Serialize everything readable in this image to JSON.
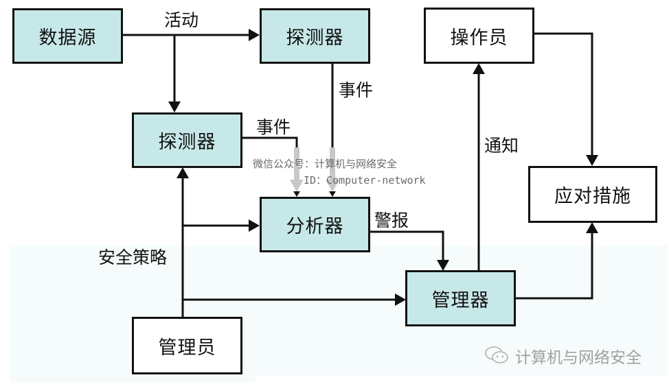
{
  "diagram": {
    "nodes": {
      "data_source": "数据源",
      "detector_top": "探测器",
      "operator": "操作员",
      "detector_mid": "探测器",
      "response": "应对措施",
      "analyzer": "分析器",
      "manager_device": "管理器",
      "administrator": "管理员"
    },
    "edge_labels": {
      "activity": "活动",
      "event_top": "事件",
      "event_mid": "事件",
      "alert": "警报",
      "notify": "通知",
      "security_policy": "安全策略"
    },
    "edges": [
      {
        "from": "data_source",
        "to": "detector_top",
        "label": "活动"
      },
      {
        "from": "data_source",
        "to": "detector_mid",
        "label": "活动"
      },
      {
        "from": "detector_top",
        "to": "analyzer",
        "label": "事件"
      },
      {
        "from": "detector_mid",
        "to": "analyzer",
        "label": "事件"
      },
      {
        "from": "analyzer",
        "to": "manager_device",
        "label": "警报"
      },
      {
        "from": "manager_device",
        "to": "operator",
        "label": "通知"
      },
      {
        "from": "operator",
        "to": "response",
        "label": ""
      },
      {
        "from": "manager_device",
        "to": "response",
        "label": ""
      },
      {
        "from": "administrator",
        "to": "detector_mid",
        "label": "安全策略"
      },
      {
        "from": "administrator",
        "to": "analyzer",
        "label": "安全策略"
      },
      {
        "from": "administrator",
        "to": "manager_device",
        "label": "安全策略"
      }
    ],
    "colors": {
      "teal_fill": "#c7e8e8",
      "white_fill": "#ffffff",
      "line": "#111111"
    }
  },
  "watermark": {
    "line1": "微信公众号：计算机与网络安全",
    "line2": "ID：Computer-network",
    "brand": "计算机与网络安全",
    "brand_icon": "wechat-icon"
  }
}
